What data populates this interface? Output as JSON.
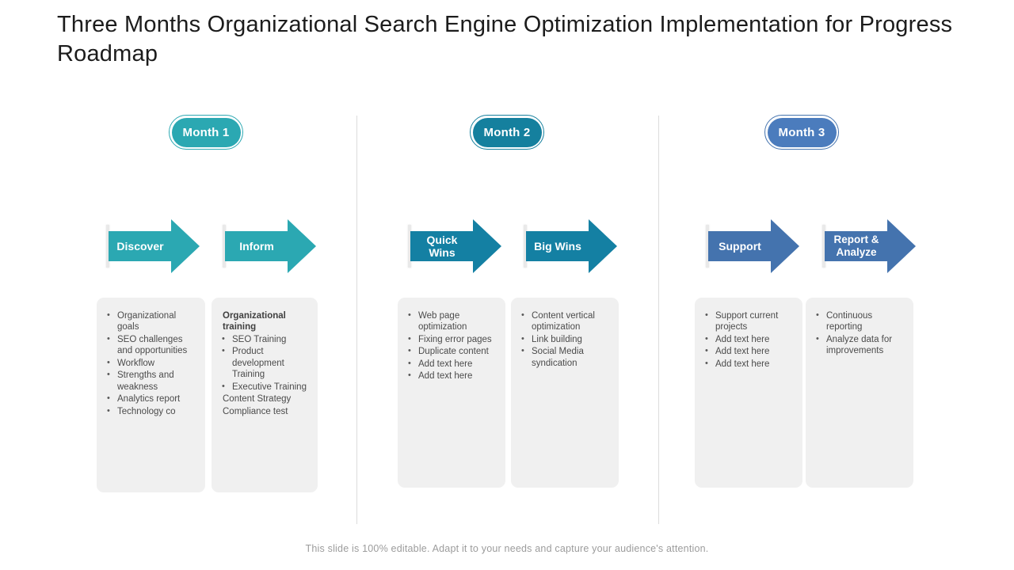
{
  "title": "Three Months Organizational Search Engine Optimization Implementation for Progress Roadmap",
  "footer": "This slide is 100% editable. Adapt it to your needs and capture your audience's attention.",
  "colors": {
    "month1_teal": "#2ba8b2",
    "month2_teal_dark": "#1480a3",
    "month3_blue": "#4473ae",
    "card_gray": "#f0f0f0",
    "divider_gray": "#dcdcdc",
    "text_dark": "#1c1c1c",
    "bullet_text": "#4b4b4b"
  },
  "months": [
    {
      "label": "Month 1",
      "phases": [
        {
          "label": "Discover",
          "items": [
            "Organizational goals",
            "SEO challenges and opportunities",
            "Workflow",
            "Strengths and weakness",
            "Analytics report",
            "Technology co"
          ]
        },
        {
          "label": "Inform",
          "items": [
            "Organizational training",
            "SEO Training",
            "Product development Training",
            "Executive Training",
            "Content Strategy",
            "Compliance test"
          ]
        }
      ]
    },
    {
      "label": "Month 2",
      "phases": [
        {
          "label": "Quick Wins",
          "items": [
            "Web page optimization",
            "Fixing error pages",
            "Duplicate content",
            "Add text here",
            "Add text here"
          ]
        },
        {
          "label": "Big Wins",
          "items": [
            "Content vertical optimization",
            "Link building",
            "Social Media syndication"
          ]
        }
      ]
    },
    {
      "label": "Month 3",
      "phases": [
        {
          "label": "Support",
          "items": [
            "Support current projects",
            "Add text here",
            "Add text here",
            "Add text here"
          ]
        },
        {
          "label": "Report & Analyze",
          "items": [
            "Continuous reporting",
            "Analyze data for improvements"
          ]
        }
      ]
    }
  ]
}
